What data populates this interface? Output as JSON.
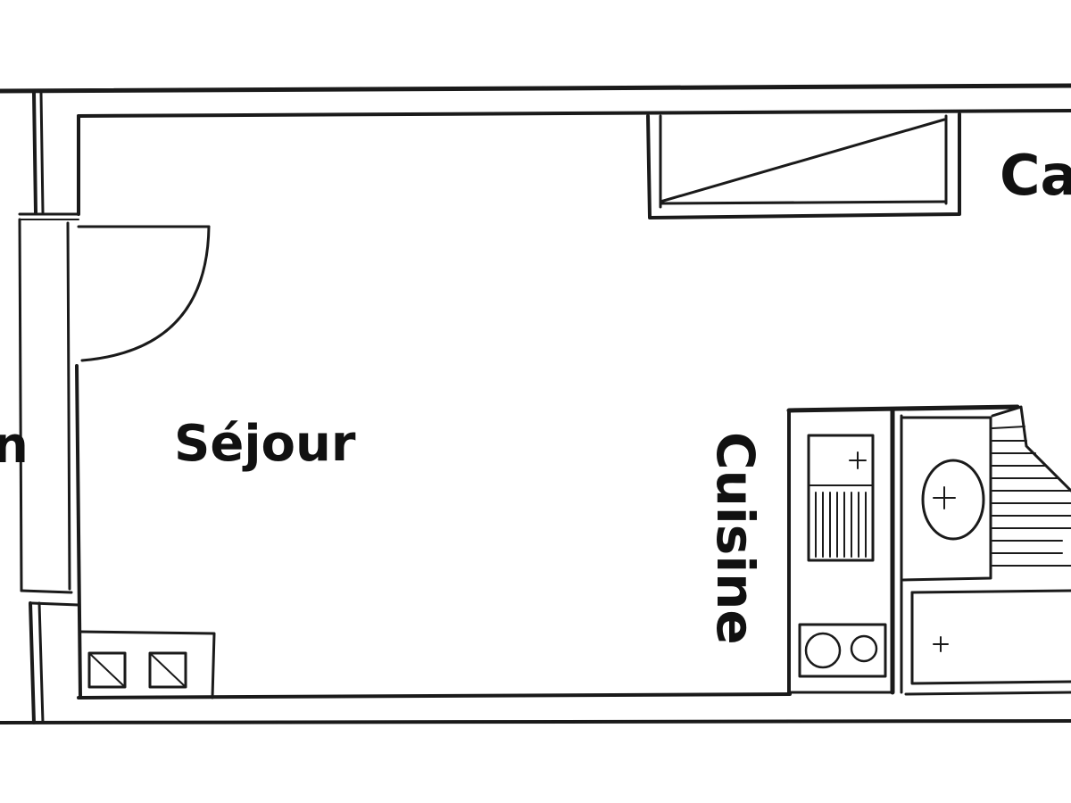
{
  "plan": {
    "rooms": {
      "sejour": "Séjour",
      "cuisine": "Cuisine",
      "left_cut": "n",
      "right_cut": "Ca"
    },
    "colors": {
      "ink": "#1a1a1a",
      "paper": "#ffffff"
    },
    "icons": [
      "door-swing-icon",
      "sink-icon",
      "cooktop-icon",
      "washbasin-icon",
      "stairs-icon",
      "bed-icon"
    ]
  }
}
